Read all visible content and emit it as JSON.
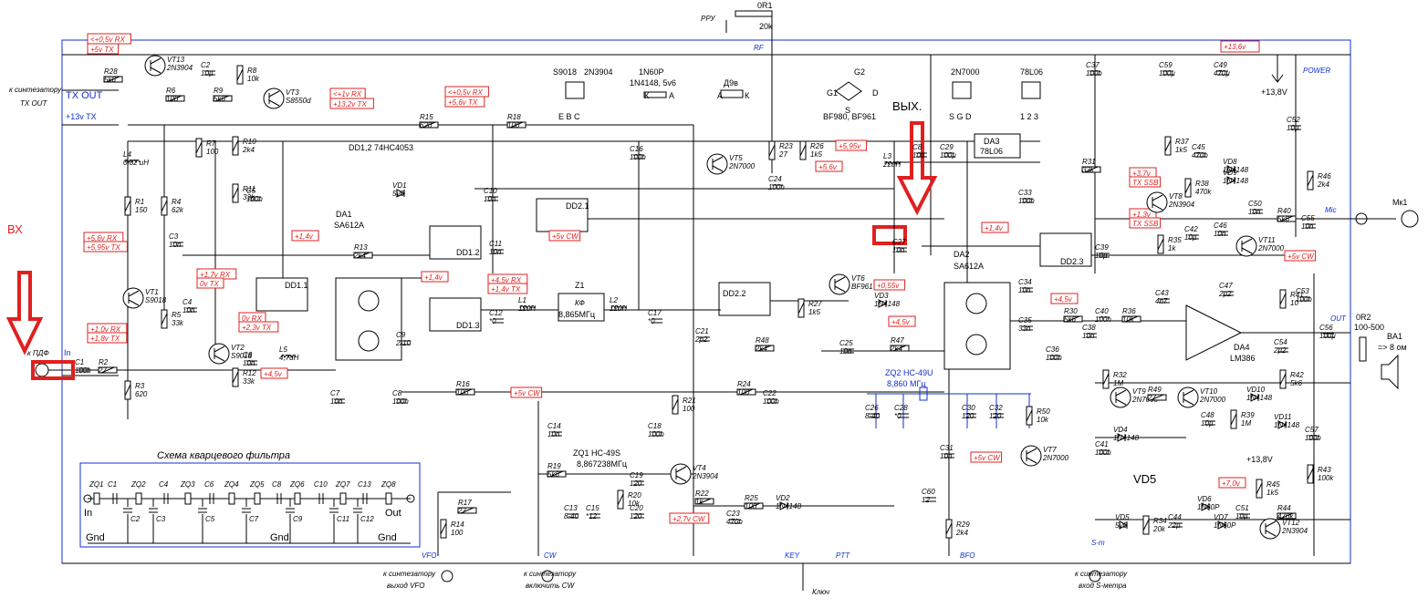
{
  "side_labels": {
    "input": "ВХ",
    "output": "ВЫХ."
  },
  "top": {
    "rru": "РРУ",
    "or1": "0R1",
    "or1_val": "20k",
    "rf": "RF",
    "power_label": "POWER",
    "supply_box": "+13,6v",
    "supply_v": "+13,8V"
  },
  "left_ports": {
    "tx_out1": "к синтезатору",
    "tx_out2": "TX OUT",
    "tx_out3": "TX OUT",
    "plus13": "+13v TX",
    "pdf": "к ПДФ",
    "in": "In"
  },
  "transistor_ref": {
    "s9018": "S9018",
    "n3904": "2N3904",
    "n60p": "1N60P",
    "n4148": "1N4148, 5v6",
    "d9": "Д9в",
    "k1": "К",
    "a1": "А",
    "a2": "А",
    "k2": "К",
    "n7000": "2N7000",
    "l06": "78L06",
    "bf": "BF980, BF961",
    "g2": "G2",
    "g1": "G1",
    "d": "D",
    "s": "S",
    "ebc": "E B C",
    "sgd": "S G D",
    "pins123": "1 2 3"
  },
  "chips": {
    "dd12": "DD1,2  74HC4053",
    "da1": "DA1",
    "da1_type": "SA612A",
    "da2": "DA2",
    "da2_type": "SA612A",
    "da3": "DA3",
    "da3_type": "78L06",
    "da4": "DA4",
    "da4_type": "LM386",
    "dd11": "DD1.1",
    "dd12b": "DD1.2",
    "dd13": "DD1.3",
    "dd21": "DD2.1",
    "dd22": "DD2.2",
    "dd23": "DD2.3",
    "z1": "Z1",
    "z1_type": "КФ",
    "z1_freq": "8,865МГц",
    "zq1": "ZQ1   HC-49S",
    "zq1_freq": "8,867238МГц",
    "zq2": "ZQ2    HC-49U",
    "zq2_freq": "8,860 МГц"
  },
  "red_labels": [
    "<+0,5v RX",
    "+5v TX",
    "<+1v RX",
    "+13,2v TX",
    "<+0,5v RX",
    "+5,6v TX",
    "+5,6v RX",
    "+5,95v TX",
    "+1,7v RX",
    "0v TX",
    "+1,0v RX",
    "+1,8v TX",
    "0v RX",
    "+2,3v TX",
    "+4,5v",
    "+1,4v",
    "+1,4v",
    "+4,5v RX",
    "+1,4v TX",
    "+5v CW",
    "+5v CW",
    "+5,6v",
    "+5,95v",
    "+0,55v",
    "+4,5v",
    "+1,4v",
    "+4,5v",
    "+3,7v",
    "TX SSB",
    "+1,3v",
    "TX SSB",
    "+5v CW",
    "+5v CW",
    "+2,7v CW",
    "+7,0v"
  ],
  "bottom": {
    "vfo": "VFO",
    "cw": "CW",
    "key": "KEY",
    "ptt": "PTT",
    "bfo": "BFO",
    "sm": "S-m",
    "vfo_c1": "к синтезатору",
    "vfo_c2": "выход VFO",
    "cw_c1": "к синтезатору",
    "cw_c2": "включить  CW",
    "key_c": "Ключ",
    "sm_c1": "к синтезатору",
    "sm_c2": "вход S-метра"
  },
  "right": {
    "mic": "Mic",
    "mk": "Мк1",
    "out": "OUT",
    "or2": "0R2",
    "or2_val": "100-500",
    "ba1": "BA1",
    "ba1_val": "=> 8 ом",
    "v138": "+13,8V",
    "vd5": "VD5"
  },
  "filter": {
    "title": "Схема кварцевого фильтра",
    "in": "In",
    "out": "Out",
    "gnd1": "Gnd",
    "gnd2": "Gnd",
    "gnd3": "Gnd",
    "parts": [
      "ZQ1",
      "C1",
      "ZQ2",
      "C4",
      "ZQ3",
      "C6",
      "ZQ4",
      "ZQ5",
      "C8",
      "ZQ6",
      "C10",
      "ZQ7",
      "C13",
      "ZQ8"
    ],
    "caps": [
      "C2",
      "C3",
      "C5",
      "C7",
      "C9",
      "C11",
      "C12"
    ]
  },
  "components": [
    [
      "R28",
      "5k6"
    ],
    [
      "R6",
      "100"
    ],
    [
      "R9",
      "5k6"
    ],
    [
      "R8",
      "10k"
    ],
    [
      "C2",
      "10µ"
    ],
    [
      "VT13",
      "2N3904"
    ],
    [
      "VT3",
      "S8550d"
    ],
    [
      "R15",
      "620"
    ],
    [
      "R18",
      "100"
    ],
    [
      "L4",
      "0,82 uH"
    ],
    [
      "R1",
      "150"
    ],
    [
      "R4",
      "62k"
    ],
    [
      "R7",
      "100"
    ],
    [
      "R10",
      "2k4"
    ],
    [
      "R11",
      "33k"
    ],
    [
      "C5",
      "100n"
    ],
    [
      "VT1",
      "S9018"
    ],
    [
      "VT2",
      "S9018"
    ],
    [
      "R5",
      "33k"
    ],
    [
      "C4",
      "10n"
    ],
    [
      "R3",
      "620"
    ],
    [
      "R2",
      "27"
    ],
    [
      "C1",
      "100n"
    ],
    [
      "R12",
      "33k"
    ],
    [
      "C6",
      "10n"
    ],
    [
      "L5",
      "4,7uH"
    ],
    [
      "C3",
      "10n"
    ],
    [
      "R13",
      "2k4"
    ],
    [
      "VD1",
      "5v6"
    ],
    [
      "C10",
      "10n"
    ],
    [
      "C11",
      "10n"
    ],
    [
      "C9",
      "2-10"
    ],
    [
      "C7",
      "10n"
    ],
    [
      "C8",
      "100n"
    ],
    [
      "R16",
      "100"
    ],
    [
      "L1",
      "12uH"
    ],
    [
      "L2",
      "12uH"
    ],
    [
      "C12",
      "*0"
    ],
    [
      "C17",
      "*0"
    ],
    [
      "C16",
      "100n"
    ],
    [
      "VT5",
      "2N7000"
    ],
    [
      "R23",
      "27"
    ],
    [
      "R26",
      "1k5"
    ],
    [
      "C24",
      "100n"
    ],
    [
      "C21",
      "2p2"
    ],
    [
      "R48",
      "2k4"
    ],
    [
      "R27",
      "1k5"
    ],
    [
      "VT6",
      "BF961"
    ],
    [
      "VD3",
      "1N4148"
    ],
    [
      "C25",
      "10n"
    ],
    [
      "R47",
      "2k4"
    ],
    [
      "R24",
      "100"
    ],
    [
      "C22",
      "100n"
    ],
    [
      "L3",
      "22uH"
    ],
    [
      "C8b",
      "10n"
    ],
    [
      "C29",
      "100µ"
    ],
    [
      "C27",
      "10n"
    ],
    [
      "C33",
      "100n"
    ],
    [
      "C34",
      "10n"
    ],
    [
      "C35",
      "33n"
    ],
    [
      "C36",
      "100n"
    ],
    [
      "R30",
      "5k6"
    ],
    [
      "C38",
      "10n"
    ],
    [
      "R31",
      "33k"
    ],
    [
      "C39",
      "10µ"
    ],
    [
      "R37",
      "1k5"
    ],
    [
      "C45",
      "470n"
    ],
    [
      "VD8",
      "1N4148"
    ],
    [
      "VD9",
      "1N4148"
    ],
    [
      "VT8",
      "2N3904"
    ],
    [
      "R38",
      "470k"
    ],
    [
      "R35",
      "1k"
    ],
    [
      "C42",
      "10µ"
    ],
    [
      "C46",
      "10n"
    ],
    [
      "C50",
      "10n"
    ],
    [
      "R40",
      "5k6"
    ],
    [
      "C55",
      "10n"
    ],
    [
      "VT11",
      "2N7000"
    ],
    [
      "C52",
      "10µ"
    ],
    [
      "R46",
      "2k4"
    ],
    [
      "C37",
      "100n"
    ],
    [
      "C59",
      "100µ"
    ],
    [
      "C49",
      "470µ"
    ],
    [
      "C40",
      "100n"
    ],
    [
      "R36",
      "10k"
    ],
    [
      "C43",
      "4n7"
    ],
    [
      "C47",
      "2µ2"
    ],
    [
      "R41",
      "10"
    ],
    [
      "C53",
      "100n"
    ],
    [
      "C56",
      "100µ"
    ],
    [
      "C54",
      "2µ2"
    ],
    [
      "R42",
      "5k6"
    ],
    [
      "R32",
      "1M"
    ],
    [
      "VT9",
      "2N7000"
    ],
    [
      "R49",
      "27"
    ],
    [
      "VT10",
      "2N7000"
    ],
    [
      "VD10",
      "1N4148"
    ],
    [
      "R39",
      "1M"
    ],
    [
      "VD11",
      "1N4148"
    ],
    [
      "VD4",
      "1N4148"
    ],
    [
      "C41",
      "100n"
    ],
    [
      "C48",
      "10µ"
    ],
    [
      "C57",
      "100n"
    ],
    [
      "C26",
      "8-40"
    ],
    [
      "C28",
      "*0"
    ],
    [
      "C30",
      "120"
    ],
    [
      "C32",
      "120"
    ],
    [
      "R50",
      "10k"
    ],
    [
      "C31",
      "10n"
    ],
    [
      "C60",
      "12"
    ],
    [
      "R29",
      "2k4"
    ],
    [
      "VT7",
      "2N7000"
    ],
    [
      "C14",
      "10n"
    ],
    [
      "R21",
      "100"
    ],
    [
      "C18",
      "100n"
    ],
    [
      "VT4",
      "2N3904"
    ],
    [
      "R19",
      "5k6"
    ],
    [
      "C19",
      "120"
    ],
    [
      "C20",
      "120"
    ],
    [
      "R20",
      "10k"
    ],
    [
      "C13",
      "8-40"
    ],
    [
      "C15",
      "*12"
    ],
    [
      "R22",
      "1k"
    ],
    [
      "R25",
      "100"
    ],
    [
      "VD2",
      "1N4148"
    ],
    [
      "C23",
      "470n"
    ],
    [
      "R17",
      "27"
    ],
    [
      "R14",
      "100"
    ],
    [
      "R45",
      "1k5"
    ],
    [
      "R44",
      "470k"
    ],
    [
      "R43",
      "100k"
    ],
    [
      "VT12",
      "2N3904"
    ],
    [
      "R34",
      "20k"
    ],
    [
      "C44",
      "22µ"
    ],
    [
      "VD5",
      "5v6"
    ],
    [
      "VD6",
      "1N60P"
    ],
    [
      "VD7",
      "1N60P"
    ],
    [
      "C51",
      "10µ"
    ]
  ]
}
